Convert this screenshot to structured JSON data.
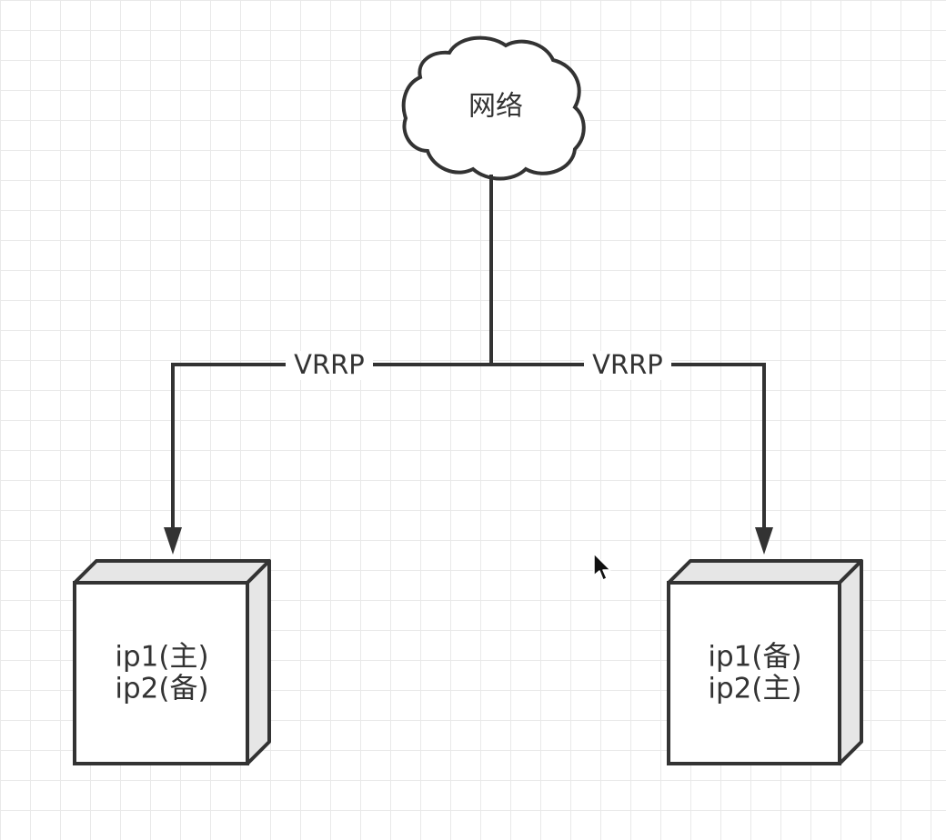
{
  "cloud": {
    "label": "网络"
  },
  "edges": [
    {
      "label": "VRRP"
    },
    {
      "label": "VRRP"
    }
  ],
  "nodes": [
    {
      "line1": "ip1(主)",
      "line2": "ip2(备)"
    },
    {
      "line1": "ip1(备)",
      "line2": "ip2(主)"
    }
  ],
  "colors": {
    "stroke": "#333333",
    "node_face": "#ffffff",
    "node_side": "#e6e6e6",
    "grid": "#e9e9e9"
  },
  "icons": {
    "cursor": "mouse-pointer-icon"
  }
}
